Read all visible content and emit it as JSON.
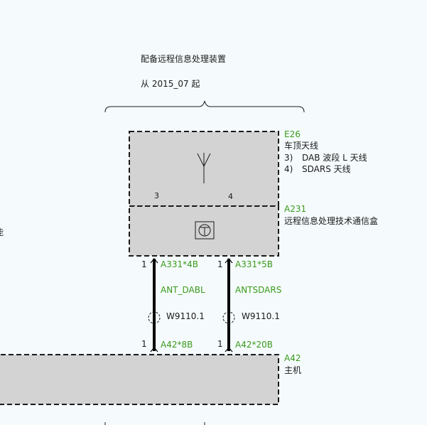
{
  "header": {
    "title": "配备远程信息处理装置",
    "subtitle": "从 2015_07 起"
  },
  "components": {
    "e26": {
      "code": "E26",
      "name": "车顶天线",
      "variant_3_num": "3)",
      "variant_3_text": "DAB 波段 L 天线",
      "variant_4_num": "4)",
      "variant_4_text": "SDARS 天线",
      "pin_3": "3",
      "pin_4": "4"
    },
    "a231": {
      "code": "A231",
      "name": "远程信息处理技术通信盒"
    },
    "a42": {
      "code": "A42",
      "name": "主机"
    }
  },
  "wires": {
    "left": {
      "top_pin": "1",
      "top_connector": "A331*4B",
      "signal": "ANT_DABL",
      "cable": "W9110.1",
      "bottom_pin": "1",
      "bottom_connector": "A42*8B"
    },
    "right": {
      "top_pin": "1",
      "top_connector": "A331*5B",
      "signal": "ANTSDARS",
      "cable": "W9110.1",
      "bottom_pin": "1",
      "bottom_connector": "A42*20B"
    }
  },
  "edge_fragment": "能",
  "colors": {
    "background": "#f5fbfd",
    "box_fill": "#d3d3d3",
    "label_green": "#3a9a1a",
    "wire": "#000000"
  }
}
